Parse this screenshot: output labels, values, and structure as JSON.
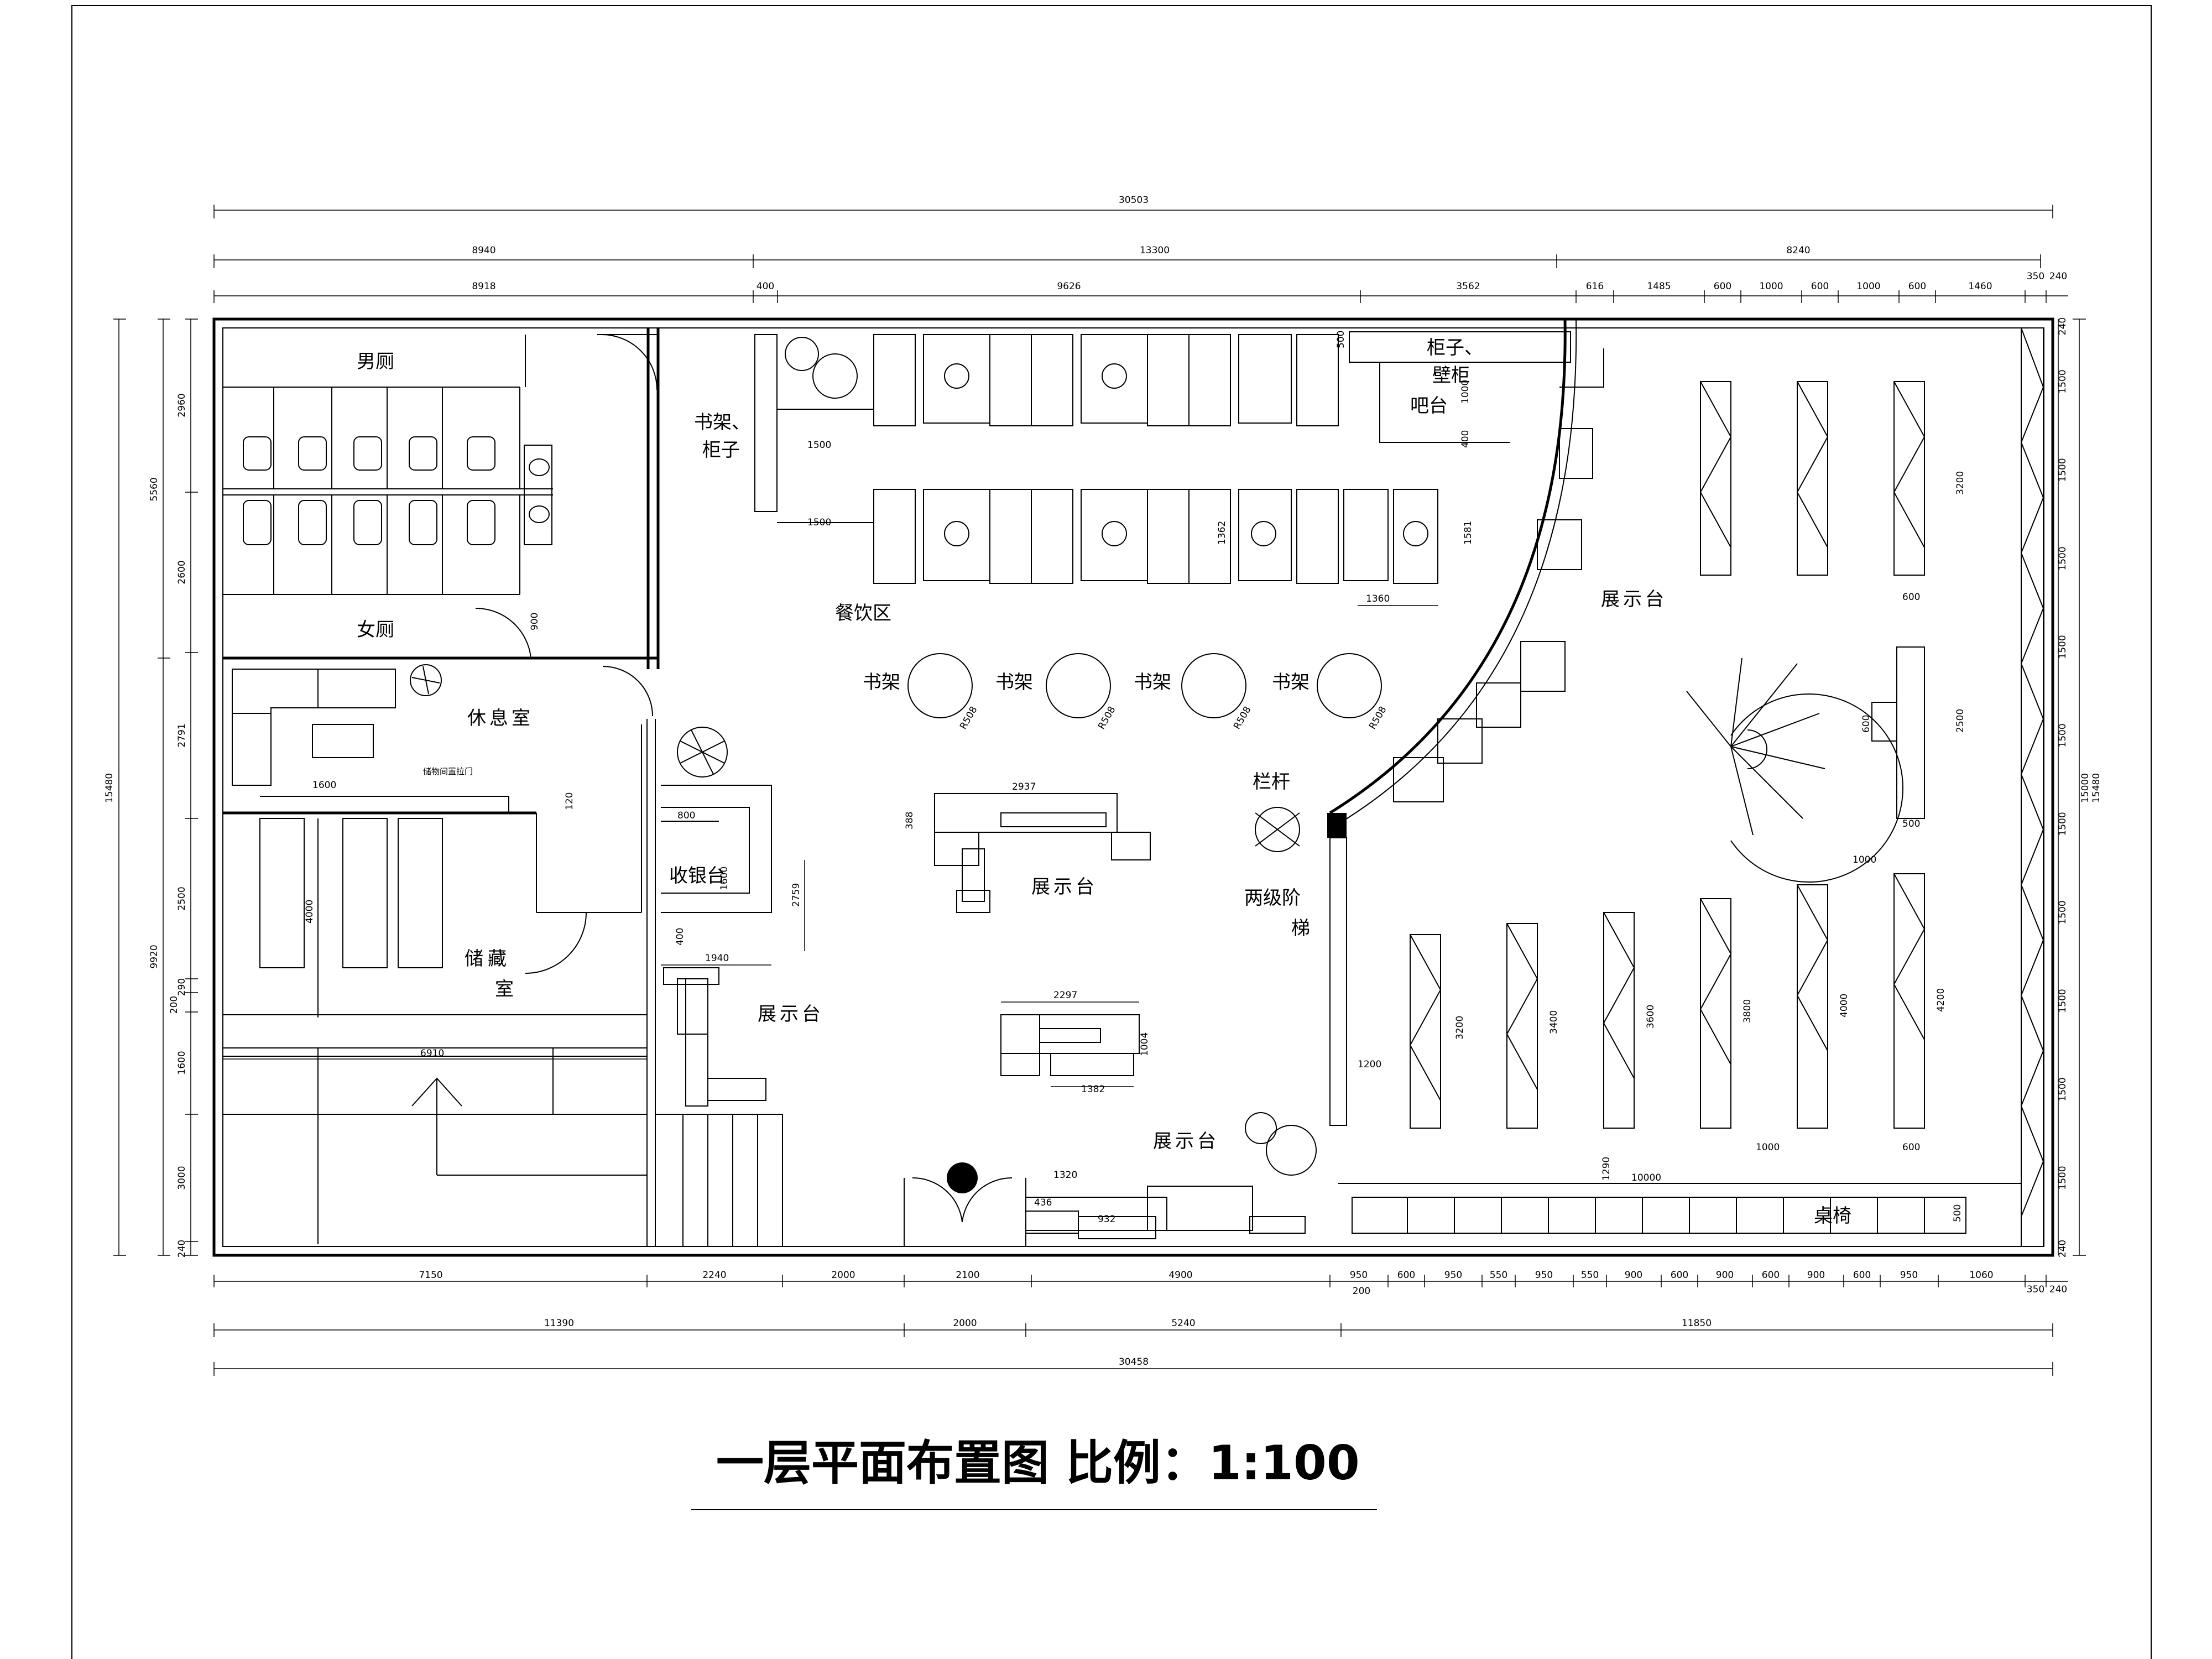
{
  "title": "一层平面布置图 比例：1:100",
  "rooms": {
    "mens_restroom": "男厕",
    "womens_restroom": "女厕",
    "lounge": "休息室",
    "storage_1": "储藏",
    "storage_2": "室",
    "cashier": "收银台",
    "dining": "餐饮区",
    "bookshelf_cabinet_1": "书架、",
    "bookshelf_cabinet_2": "柜子",
    "cabinet_wall_1": "柜子、",
    "cabinet_wall_2": "壁柜",
    "bar": "吧台",
    "display_top_right": "展示台",
    "display_center": "展示台",
    "display_left": "展示台",
    "display_bottom": "展示台",
    "railing": "栏杆",
    "stairs_1": "两级阶",
    "stairs_2": "梯",
    "desk_chair": "桌椅",
    "bookshelf_round": "书架"
  },
  "dims": {
    "overall_top": "30503",
    "overall_bottom": "30458",
    "top_row1": [
      "8940",
      "13300",
      "8240"
    ],
    "top_row2": [
      "8918",
      "400",
      "9626",
      "3562",
      "616",
      "1485",
      "600",
      "1000",
      "600",
      "1000",
      "600",
      "1460",
      "350",
      "240"
    ],
    "bottom_row1": [
      "7150",
      "2240",
      "2000",
      "2100",
      "4900",
      "950",
      "600",
      "950",
      "550",
      "950",
      "550",
      "900",
      "600",
      "900",
      "600",
      "900",
      "600",
      "950",
      "1060",
      "350",
      "240"
    ],
    "bottom_row2": [
      "11390",
      "2000",
      "5240",
      "11850"
    ],
    "bottom_extra": "200",
    "left_overall": "15480",
    "left_row1": [
      "5560",
      "9920"
    ],
    "left_row2": [
      "2960",
      "2600",
      "2791",
      "2500",
      "200",
      "290",
      "1600",
      "3000",
      "240"
    ],
    "right_overall": [
      "15480",
      "15000"
    ],
    "right_row": [
      "240",
      "1500",
      "1500",
      "1500",
      "1500",
      "1500",
      "1500",
      "1500",
      "1500",
      "1500",
      "1500",
      "240"
    ],
    "interior": {
      "d1500a": "1500",
      "d1500b": "1500",
      "d500": "500",
      "d400": "400",
      "d1000_bar": "1000",
      "d1362": "1362",
      "d1581": "1581",
      "d1360": "1360",
      "d900": "900",
      "d1600": "1600",
      "d120": "120",
      "d800": "800",
      "d2759": "2759",
      "d1600_cash": "1600",
      "d400_cash": "400",
      "d1940": "1940",
      "d2937": "2937",
      "d388": "388",
      "d2297": "2297",
      "d1004": "1004",
      "d1382": "1382",
      "d1320": "1320",
      "d436": "436",
      "d932": "932",
      "d6910": "6910",
      "d4000_storage": "4000",
      "d1200": "1200",
      "d1290": "1290",
      "d10000": "10000",
      "d500_desk": "500",
      "d1000_shelf": "1000",
      "d600_shelf": "600",
      "d1000_top": "1000",
      "d600_a": "600",
      "d3200_top": "3200",
      "d2500": "2500",
      "d600_b": "600",
      "d500_b": "500",
      "d3200": "3200",
      "d3400": "3400",
      "d3600": "3600",
      "d3800": "3800",
      "d4000": "4000",
      "d4200": "4200",
      "r508": "R508",
      "lounge_note": "储物间置拉门"
    }
  }
}
